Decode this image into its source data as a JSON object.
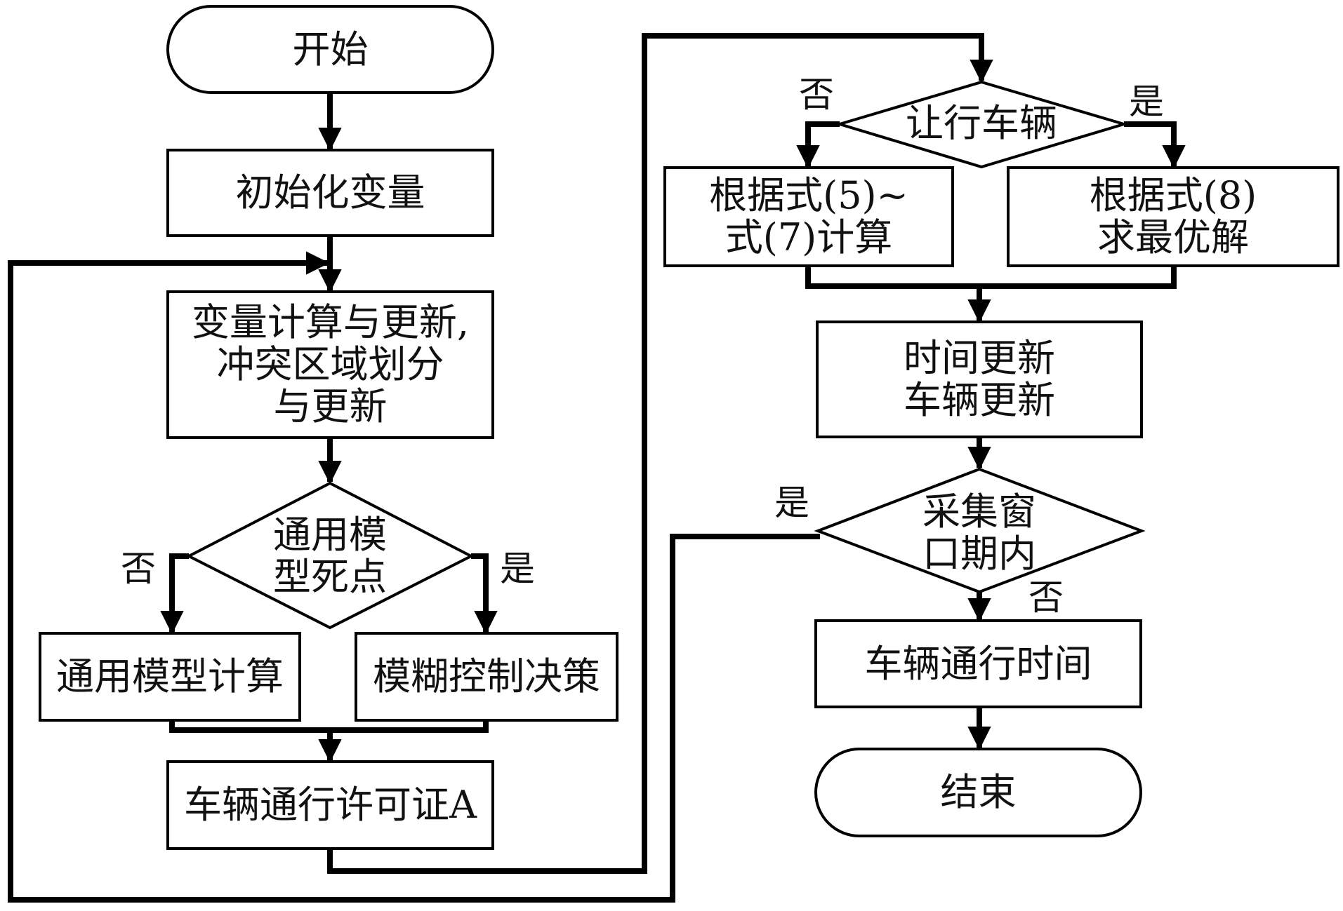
{
  "diagram": {
    "type": "flowchart",
    "nodes": {
      "start": {
        "shape": "terminator",
        "text": "开始"
      },
      "init": {
        "shape": "process",
        "text": "初始化变量"
      },
      "update": {
        "shape": "process",
        "lines": [
          "变量计算与更新,",
          "冲突区域划分",
          "与更新"
        ]
      },
      "deadpoint": {
        "shape": "decision",
        "lines": [
          "通用模",
          "型死点"
        ]
      },
      "general_calc": {
        "shape": "process",
        "text": "通用模型计算"
      },
      "fuzzy": {
        "shape": "process",
        "text": "模糊控制决策"
      },
      "permit": {
        "shape": "process",
        "text": "车辆通行许可证A"
      },
      "yield": {
        "shape": "decision",
        "text": "让行车辆"
      },
      "eq5_7": {
        "shape": "process",
        "lines": [
          "根据式(5)~",
          "式(7)计算"
        ]
      },
      "eq8": {
        "shape": "process",
        "lines": [
          "根据式(8)",
          "求最优解"
        ]
      },
      "time_update": {
        "shape": "process",
        "lines": [
          "时间更新",
          "车辆更新"
        ]
      },
      "window": {
        "shape": "decision",
        "lines": [
          "采集窗",
          "口期内"
        ]
      },
      "pass_time": {
        "shape": "process",
        "text": "车辆通行时间"
      },
      "end": {
        "shape": "terminator",
        "text": "结束"
      }
    },
    "branch_labels": {
      "deadpoint_no": "否",
      "deadpoint_yes": "是",
      "yield_no": "否",
      "yield_yes": "是",
      "window_yes": "是",
      "window_no": "否"
    },
    "edges": [
      {
        "from": "start",
        "to": "init"
      },
      {
        "from": "init",
        "to": "update"
      },
      {
        "from": "update",
        "to": "deadpoint"
      },
      {
        "from": "deadpoint",
        "to": "general_calc",
        "label": "否"
      },
      {
        "from": "deadpoint",
        "to": "fuzzy",
        "label": "是"
      },
      {
        "from": "general_calc",
        "to": "permit"
      },
      {
        "from": "fuzzy",
        "to": "permit"
      },
      {
        "from": "permit",
        "to": "yield"
      },
      {
        "from": "yield",
        "to": "eq5_7",
        "label": "否"
      },
      {
        "from": "yield",
        "to": "eq8",
        "label": "是"
      },
      {
        "from": "eq5_7",
        "to": "time_update"
      },
      {
        "from": "eq8",
        "to": "time_update"
      },
      {
        "from": "time_update",
        "to": "window"
      },
      {
        "from": "window",
        "to": "update",
        "label": "是"
      },
      {
        "from": "window",
        "to": "pass_time",
        "label": "否"
      },
      {
        "from": "pass_time",
        "to": "end"
      }
    ],
    "colors": {
      "stroke": "#000000",
      "background": "#ffffff",
      "text": "#111111"
    }
  }
}
